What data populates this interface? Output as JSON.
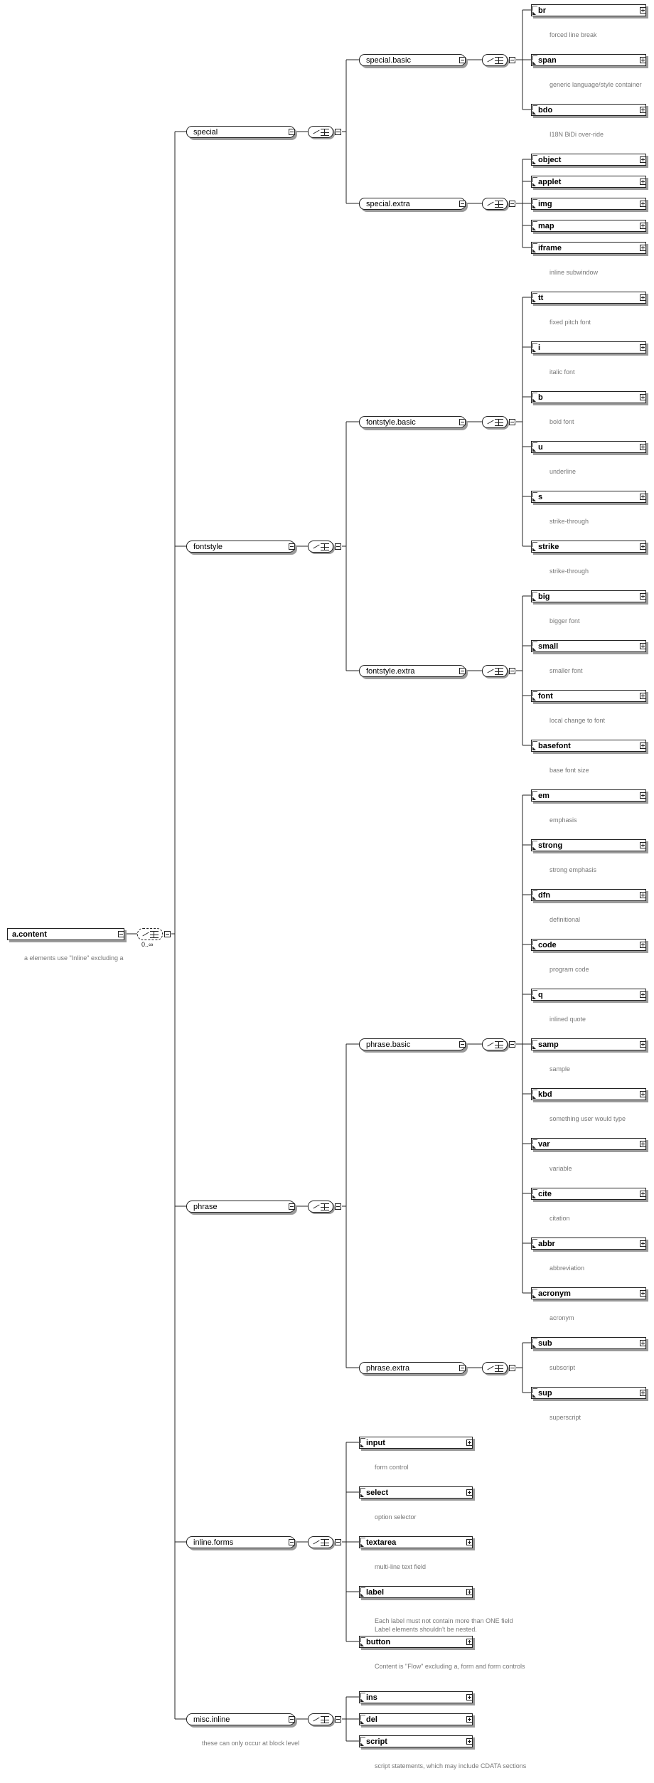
{
  "root": {
    "label": "a.content",
    "note": "a elements use \"Inline\" excluding a",
    "occurrence": "0..∞"
  },
  "groups": [
    {
      "label": "special",
      "subgroups": [
        {
          "label": "special.basic",
          "elements": [
            {
              "label": "br",
              "note": "forced line break"
            },
            {
              "label": "span",
              "note": "generic language/style container"
            },
            {
              "label": "bdo",
              "note": "I18N BiDi over-ride"
            }
          ]
        },
        {
          "label": "special.extra",
          "elements": [
            {
              "label": "object",
              "note": ""
            },
            {
              "label": "applet",
              "note": ""
            },
            {
              "label": "img",
              "note": ""
            },
            {
              "label": "map",
              "note": ""
            },
            {
              "label": "iframe",
              "note": "inline subwindow"
            }
          ]
        }
      ]
    },
    {
      "label": "fontstyle",
      "subgroups": [
        {
          "label": "fontstyle.basic",
          "elements": [
            {
              "label": "tt",
              "note": "fixed pitch font"
            },
            {
              "label": "i",
              "note": "italic font"
            },
            {
              "label": "b",
              "note": "bold font"
            },
            {
              "label": "u",
              "note": "underline"
            },
            {
              "label": "s",
              "note": "strike-through"
            },
            {
              "label": "strike",
              "note": "strike-through"
            }
          ]
        },
        {
          "label": "fontstyle.extra",
          "elements": [
            {
              "label": "big",
              "note": "bigger font"
            },
            {
              "label": "small",
              "note": "smaller font"
            },
            {
              "label": "font",
              "note": "local change to font"
            },
            {
              "label": "basefont",
              "note": "base font size"
            }
          ]
        }
      ]
    },
    {
      "label": "phrase",
      "subgroups": [
        {
          "label": "phrase.basic",
          "elements": [
            {
              "label": "em",
              "note": "emphasis"
            },
            {
              "label": "strong",
              "note": "strong emphasis"
            },
            {
              "label": "dfn",
              "note": "definitional"
            },
            {
              "label": "code",
              "note": "program code"
            },
            {
              "label": "q",
              "note": "inlined quote"
            },
            {
              "label": "samp",
              "note": "sample"
            },
            {
              "label": "kbd",
              "note": "something user would type"
            },
            {
              "label": "var",
              "note": "variable"
            },
            {
              "label": "cite",
              "note": "citation"
            },
            {
              "label": "abbr",
              "note": "abbreviation"
            },
            {
              "label": "acronym",
              "note": "acronym"
            }
          ]
        },
        {
          "label": "phrase.extra",
          "elements": [
            {
              "label": "sub",
              "note": "subscript"
            },
            {
              "label": "sup",
              "note": "superscript"
            }
          ]
        }
      ]
    },
    {
      "label": "inline.forms",
      "note": "",
      "elements": [
        {
          "label": "input",
          "note": "form control"
        },
        {
          "label": "select",
          "note": "option selector"
        },
        {
          "label": "textarea",
          "note": "multi-line text field"
        },
        {
          "label": "label",
          "note": "Each label must not contain more than ONE field\nLabel elements shouldn't be nested."
        },
        {
          "label": "button",
          "note": "Content is \"Flow\" excluding a, form and form controls"
        }
      ]
    },
    {
      "label": "misc.inline",
      "note": "these can only occur at block level",
      "elements": [
        {
          "label": "ins",
          "note": ""
        },
        {
          "label": "del",
          "note": ""
        },
        {
          "label": "script",
          "note": "script statements, which may include CDATA sections"
        }
      ]
    }
  ]
}
